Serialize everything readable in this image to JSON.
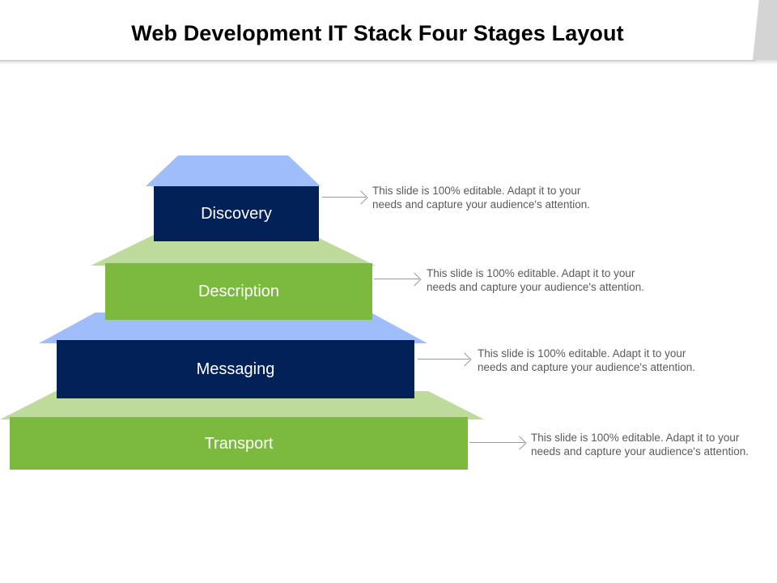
{
  "slide": {
    "title": "Web Development IT Stack Four Stages Layout",
    "background_color": "#ffffff",
    "header_accent_color": "#d4d4d4",
    "header_rule_color": "#cfcfcf"
  },
  "palette": {
    "navy": "#032159",
    "navy_light": "#9fbcfb",
    "green": "#7cb93f",
    "green_light": "#bfdb9b",
    "arrow_gray": "#9a9a9a",
    "body_text": "#5a5a5a",
    "label_text": "#ffffff"
  },
  "pyramid": {
    "tiers": [
      {
        "label": "Discovery",
        "front_color": "#032159",
        "top_color": "#9fbcfb",
        "description": "This slide is 100% editable. Adapt it to your needs and capture your audience's attention."
      },
      {
        "label": "Description",
        "front_color": "#7cb93f",
        "top_color": "#bfdb9b",
        "description": "This slide is 100% editable. Adapt it to your needs and capture your audience's attention."
      },
      {
        "label": "Messaging",
        "front_color": "#032159",
        "top_color": "#9fbcfb",
        "description": "This slide is 100% editable. Adapt it to your needs and capture your audience's attention."
      },
      {
        "label": "Transport",
        "front_color": "#7cb93f",
        "top_color": "#bfdb9b",
        "description": "This slide is 100% editable. Adapt it to your needs and capture your audience's attention."
      }
    ]
  }
}
